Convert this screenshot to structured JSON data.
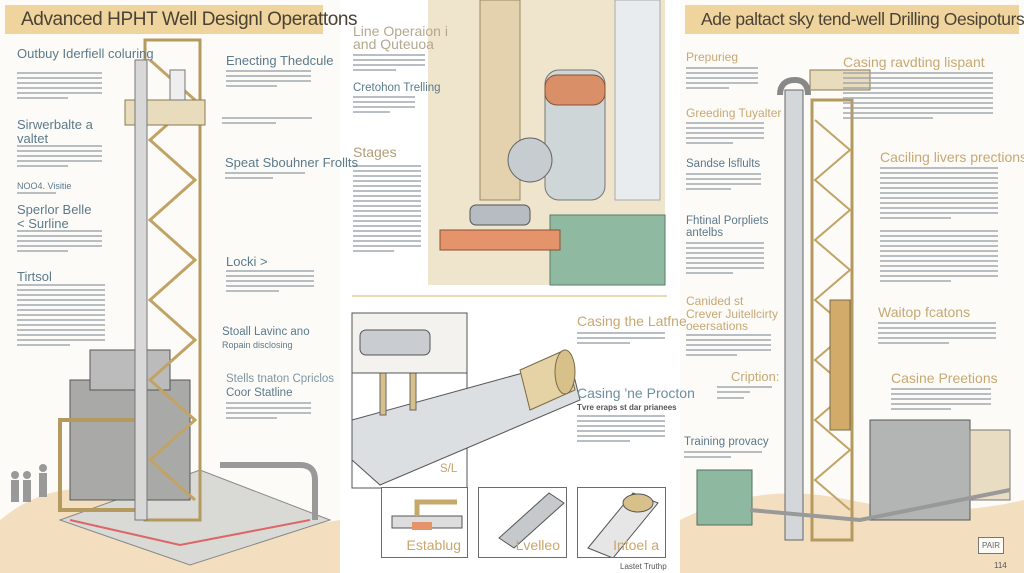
{
  "left_panel": {
    "title": "Advanced HPHT Well Designl Operattons",
    "labels": {
      "l1": "Outbuy Iderfiell coluring",
      "l2": "Enecting Thedcule",
      "l3": "Sirwerbalte a valtet",
      "l4": "Speat Sbouhner Frollts",
      "l5": "NOO4. Visitie",
      "l6": "Sperlor Belle < Surline",
      "l7": "Locki >",
      "l8": "Tirtsol",
      "l9": "Stoall Lavinc ano",
      "l9b": "Ropain disclosing",
      "l10": "Stells tnaton Cpriclos",
      "l10b": "Coor Statline"
    }
  },
  "middle_panel": {
    "labels": {
      "m1": "Line Operaion i",
      "m1b": "and Quteuoa",
      "m2": "Cretohon Trelling",
      "m3": "Stages",
      "m4": "Casing the Latfne",
      "m5": "Casing 'ne Procton",
      "m5b": "Tvre eraps st dar prianees",
      "m6": "S/L",
      "m7": "Lastet Truthp"
    },
    "insets": [
      "Establug",
      "Lvelleo",
      "Intoel a"
    ]
  },
  "right_panel": {
    "title": "Ade paltact sky tend-well Drilling Oesipoturs",
    "labels": {
      "r1": "Prepurieg",
      "r2": "Casing ravdting lispant",
      "r3": "Greeding Tuyalter",
      "r4": "Sandse lsflults",
      "r5": "Caciling livers prections",
      "r6": "Fhtinal Porpliets",
      "r6b": "antelbs",
      "r7": "Canided st",
      "r8": "Crever Juitellcirty",
      "r8b": "oeersations",
      "r9": "Waitop fcatons",
      "r10": "Cription:",
      "r11": "Casine Preetions",
      "r12": "Training provacy",
      "r13": "PAIR",
      "r14": "114"
    }
  }
}
